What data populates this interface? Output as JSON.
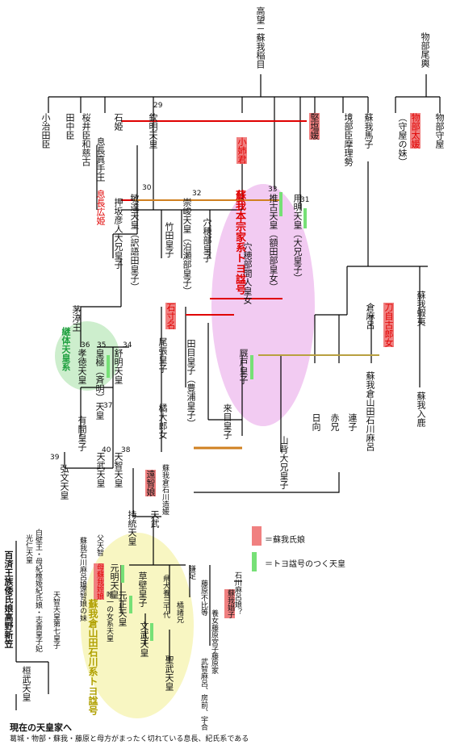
{
  "persons": {
    "takamuku": "高望－蘇我稲目",
    "mononobe_okoshi": "物部尾輿",
    "mononobe_moriya": "物部守屋",
    "mononobe_futo": "物部太媛",
    "futo_note": "（守屋の妹）",
    "umako": "蘇我馬子",
    "sakaibe": "境部臣摩理勢",
    "kitashi": "堅塩媛",
    "oane": "小姉君",
    "kinmei": "欽明天皇",
    "ishihime": "石姫",
    "sakurai": "桜井臣和慈古",
    "tanaka": "田中臣",
    "owari": "小治田臣",
    "okinaga_mate": "息長真手王",
    "hiro": "息長広姫",
    "bidatsu": "敏達天皇（訳語田皇子）",
    "oshisaka": "押坂彦人大兄皇子",
    "takeda": "竹田皇子",
    "sushun": "崇峻天皇（泊瀬部皇子）",
    "anahobe": "穴穂部皇子",
    "suiko": "推古天皇（額田部皇女）",
    "yomei": "用明天皇（大兄皇子）",
    "anahobe_hashihito": "穴穂部間人皇女",
    "emishi": "蘇我蝦夷",
    "iruka": "蘇我入鹿",
    "toji": "刀自古郎女",
    "kurabe": "倉麻呂",
    "ishikawamaro": "蘇我倉山田石川麻呂",
    "hyuga": "日向",
    "akae": "赤兄",
    "murako": "連子",
    "chinu": "茅渟王",
    "jomei": "舒明天皇",
    "kogyoku": "皇極（斉明）天皇",
    "kotoku": "孝徳天皇",
    "iwaka": "石寸名",
    "oharida": "尾張皇子",
    "tachibana": "橘大郎女",
    "tame": "田目皇子（豊浦皇子）",
    "shotoku": "厩戸皇子",
    "kume": "来目皇子",
    "yamashiro": "山背大兄皇子",
    "arima": "有間皇子",
    "tenji": "天智天皇",
    "tenmu": "天武天皇",
    "kobun": "弘文天皇",
    "ochi": "遠智娘",
    "ochi_father": "蘇我倉石川造媛",
    "jito": "持統天皇",
    "tenmu2": "天武",
    "genmei": "元明天皇",
    "mei_mother": "母蘇我姪娘",
    "mei_father": "父天智",
    "mei_note": "蘇我石川麻呂娘",
    "mei_sister": "遠智娘の妹",
    "kusakabe": "草壁皇子",
    "gensho": "元正天皇",
    "gensho_note": "唯一の女系天皇",
    "monmu": "文武天皇",
    "shomu": "聖武天皇",
    "agata": "県犬養三千代",
    "tachibana_moroe": "橘諸兄",
    "kamatari": "鎌足",
    "fuhito": "藤原不比等",
    "yoshime": "養女藤原宮子",
    "fujiwara_ke": "藤原家",
    "fujiwara_sons": "武智麻呂、房前、宇合",
    "ishikawa_note": "石川麻呂娘？",
    "soga_shoushi": "蘇我娼子",
    "shirakabe": "白壁王・母紀橡姫紀氏娘・志貴皇子妃",
    "konin": "光仁天皇",
    "tenji_7": "天智天皇第七皇子",
    "kanmu": "桓武天皇",
    "kudara": "百済王族倭氏娘高野新笠"
  },
  "group_labels": {
    "soga_main": "蘇我本宗家系トヨ諡号",
    "keitai": "継体天皇系",
    "ishikawa_line": "蘇我倉山田石川系トヨ諡号"
  },
  "numbers": {
    "n29": "29",
    "n30": "30",
    "n31": "31",
    "n32": "32",
    "n33": "33",
    "n34": "34",
    "n35": "35",
    "n36": "36",
    "n37": "37",
    "n38": "38",
    "n39": "39",
    "n40": "40"
  },
  "legend": {
    "soga_daughter": "＝蘇我氏娘",
    "toyo": "＝トヨ諡号のつく天皇"
  },
  "footer": {
    "title": "現在の天皇家へ",
    "note": "葛城・物部・蘇我・藤原と母方がまったく切れている息長、紀氏系である"
  },
  "colors": {
    "soga_pink": "#f08080",
    "toyo_green": "#76e076",
    "purple_region": "#f0c8f0",
    "green_region": "#c8f0c8",
    "yellow_region": "#f8f8c0",
    "red_line": "#e00000",
    "orange_line": "#d08020"
  }
}
